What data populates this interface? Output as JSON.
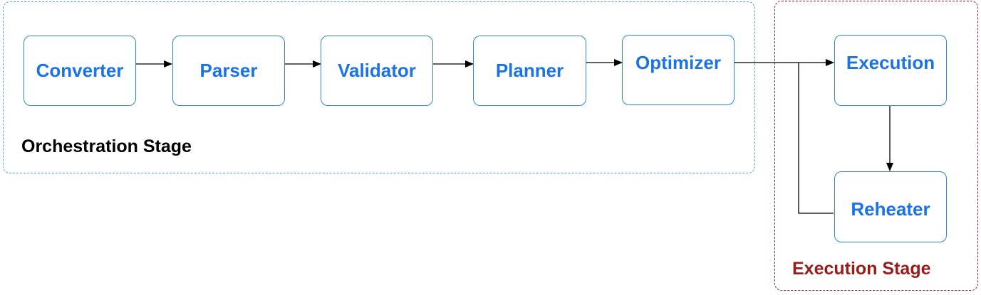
{
  "stages": {
    "orchestration": {
      "label": "Orchestration Stage",
      "color": "#5b9bd5"
    },
    "execution": {
      "label": "Execution Stage",
      "color": "#9b1b1b"
    }
  },
  "nodes": {
    "converter": {
      "label": "Converter"
    },
    "parser": {
      "label": "Parser"
    },
    "validator": {
      "label": "Validator"
    },
    "planner": {
      "label": "Planner"
    },
    "optimizer": {
      "label": "Optimizer"
    },
    "execution": {
      "label": "Execution"
    },
    "reheater": {
      "label": "Reheater"
    }
  },
  "edges": [
    {
      "from": "converter",
      "to": "parser"
    },
    {
      "from": "parser",
      "to": "validator"
    },
    {
      "from": "validator",
      "to": "planner"
    },
    {
      "from": "planner",
      "to": "optimizer"
    },
    {
      "from": "optimizer",
      "to": "execution"
    },
    {
      "from": "execution",
      "to": "reheater"
    },
    {
      "from": "reheater",
      "to": "execution"
    }
  ],
  "colors": {
    "node_text": "#1a73e8",
    "node_border": "#2e86de",
    "connector": "#000000"
  }
}
